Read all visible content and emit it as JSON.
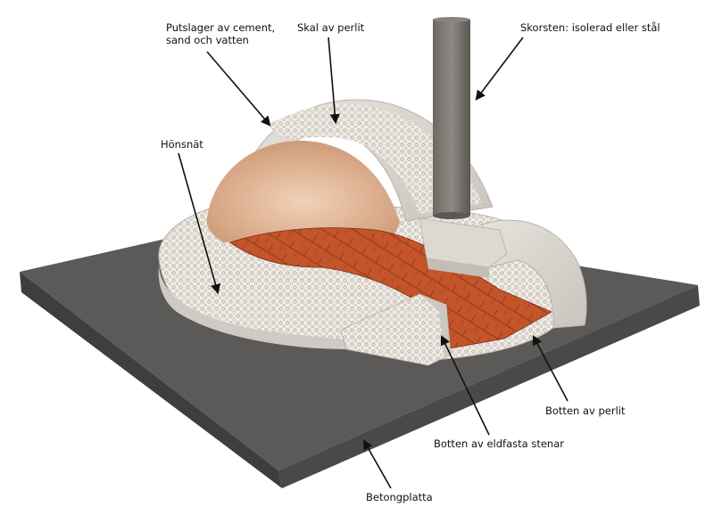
{
  "labels": {
    "plaster_line1": "Putslager av cement,",
    "plaster_line2": "sand och vatten",
    "perlite_shell": "Skal av perlit",
    "chimney": "Skorsten: isolerad eller stål",
    "chicken_wire": "Hönsnät",
    "perlite_bottom": "Botten av perlit",
    "firebrick_bottom": "Botten av eldfasta stenar",
    "concrete_slab": "Betongplatta"
  },
  "colors": {
    "background": "#ffffff",
    "slab_top": "#5b5a58",
    "slab_side": "#3f3e3c",
    "plaster": "#dcd8d2",
    "perlite_texture": "#f1ede6",
    "interior_glow": "#e7bea0",
    "firebrick": "#c4542a",
    "chimney": "#7d7670",
    "arrow": "#111111"
  }
}
